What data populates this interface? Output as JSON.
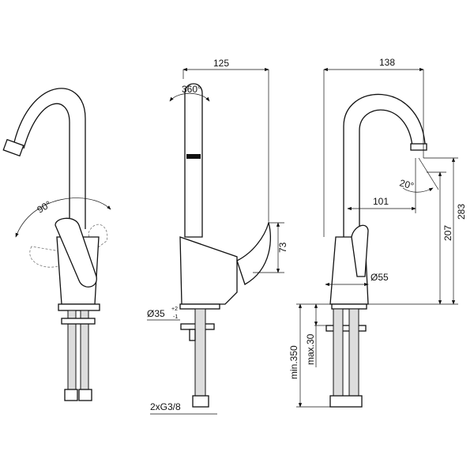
{
  "drawing": {
    "front_view": {
      "rotation_label": "90°"
    },
    "side_view": {
      "reach_label": "125",
      "swivel_label": "360°",
      "lever_height_label": "73",
      "base_diameter_label": "Ø35",
      "tolerance_upper": "+2",
      "tolerance_lower": "-1",
      "connection_label": "2xG3/8"
    },
    "profile_view": {
      "depth_label": "138",
      "angle_label": "20°",
      "spout_reach_label": "101",
      "total_height_label": "283",
      "spout_height_label": "207",
      "body_diameter_label": "Ø55",
      "min_hose_label": "min.350",
      "max_deck_label": "max.30"
    }
  }
}
